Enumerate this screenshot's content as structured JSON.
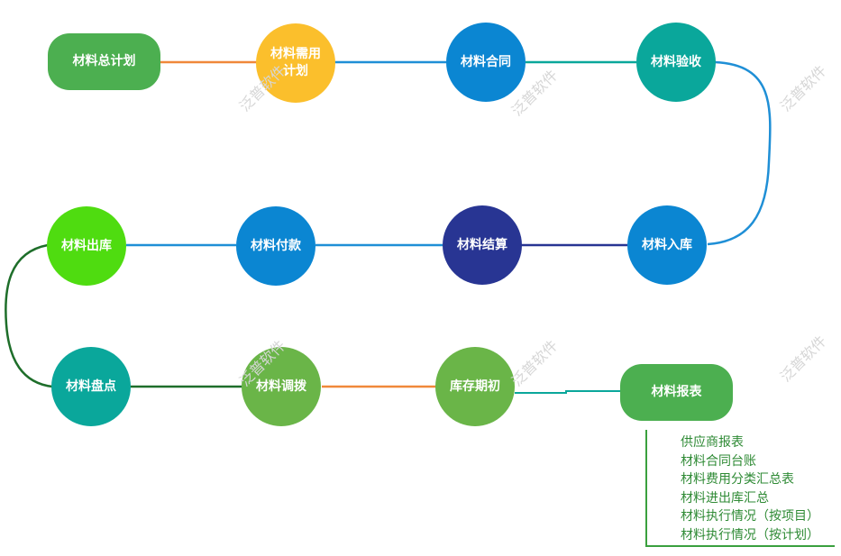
{
  "nodes": {
    "total_plan": {
      "label": "材料总计划",
      "color": "#4caf50"
    },
    "demand_plan": {
      "label": "材料需用\n计划",
      "color": "#fbbf2c"
    },
    "contract": {
      "label": "材料合同",
      "color": "#0b86d2"
    },
    "acceptance": {
      "label": "材料验收",
      "color": "#0aa79b"
    },
    "inbound": {
      "label": "材料入库",
      "color": "#0b86d2"
    },
    "settlement": {
      "label": "材料结算",
      "color": "#283593"
    },
    "payment": {
      "label": "材料付款",
      "color": "#0b86d2"
    },
    "outbound": {
      "label": "材料出库",
      "color": "#4fdc10"
    },
    "inventory_check": {
      "label": "材料盘点",
      "color": "#0aa79b"
    },
    "transfer": {
      "label": "材料调拨",
      "color": "#6ab548"
    },
    "opening_stock": {
      "label": "库存期初",
      "color": "#6ab548"
    },
    "reports": {
      "label": "材料报表",
      "color": "#4caf50"
    }
  },
  "connectors": {
    "orange": "#f0883a",
    "blue": "#1f8fd6",
    "teal": "#0aa79b",
    "navy": "#283593",
    "dark_green": "#1e6e2a"
  },
  "report_items": [
    "供应商报表",
    "材料合同台账",
    "材料费用分类汇总表",
    "材料进出库汇总",
    "材料执行情况（按项目）",
    "材料执行情况（按计划）"
  ],
  "watermark": "泛普软件"
}
